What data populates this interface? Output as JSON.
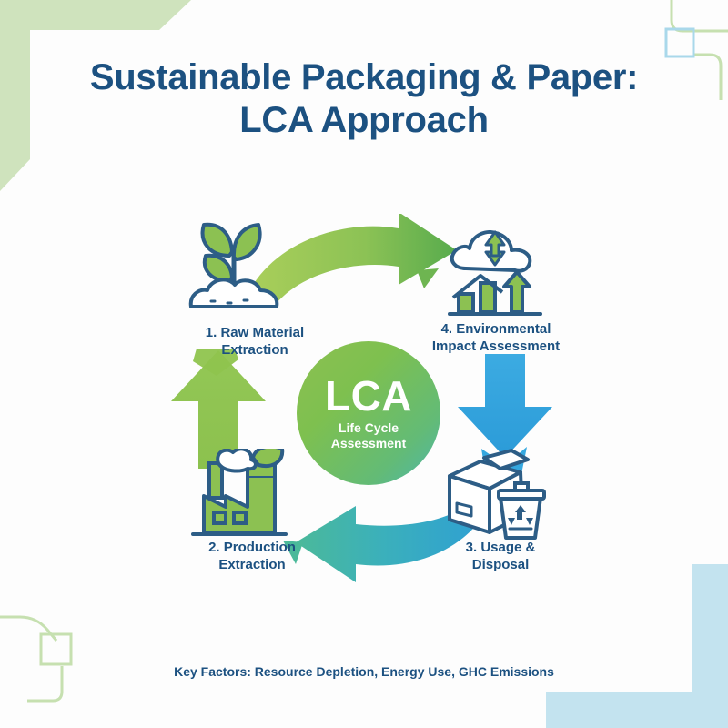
{
  "title": {
    "line1": "Sustainable Packaging & Paper:",
    "line2": "LCA Approach"
  },
  "center": {
    "acronym": "LCA",
    "subtitle": "Life Cycle\nAssessment",
    "subtitle_line1": "Life Cycle",
    "subtitle_line2": "Assessment"
  },
  "stages": [
    {
      "id": "raw-material-extraction",
      "label_line1": "1. Raw Material",
      "label_line2": "Extraction",
      "icon": "seedling-plant-icon"
    },
    {
      "id": "production-extraction",
      "label_line1": "2. Production",
      "label_line2": "Extraction",
      "icon": "factory-icon"
    },
    {
      "id": "usage-disposal",
      "label_line1": "3. Usage &",
      "label_line2": "Disposal",
      "icon": "box-recycle-bin-icon"
    },
    {
      "id": "environmental-impact-assessment",
      "label_line1": "4. Environmental",
      "label_line2": "Impact Assessment",
      "icon": "cloud-bar-chart-icon"
    }
  ],
  "arrows": [
    {
      "id": "arrow-raw-to-impact",
      "direction": "right",
      "color_start": "#a5cd55",
      "color_end": "#5bb04a"
    },
    {
      "id": "arrow-impact-to-usage",
      "direction": "down",
      "color_start": "#35a8e0",
      "color_end": "#2d9fda"
    },
    {
      "id": "arrow-usage-to-production",
      "direction": "left",
      "color_start": "#2e9fd4",
      "color_end": "#46b79c"
    },
    {
      "id": "arrow-production-to-raw",
      "direction": "up",
      "color_start": "#8fc44e",
      "color_end": "#8fc44e"
    }
  ],
  "footer": {
    "text": "Key Factors: Resource Depletion, Energy Use, GHC Emissions"
  },
  "colors": {
    "title_blue": "#1c5181",
    "green": "#8cc152",
    "teal": "#46b79c",
    "blue": "#35a8e0",
    "corner_green": "#cfe3bd",
    "corner_blue": "#c3e3ef",
    "line_green": "#c6e0b0",
    "line_blue": "#a9d8ea",
    "background": "#fdfdfd"
  }
}
